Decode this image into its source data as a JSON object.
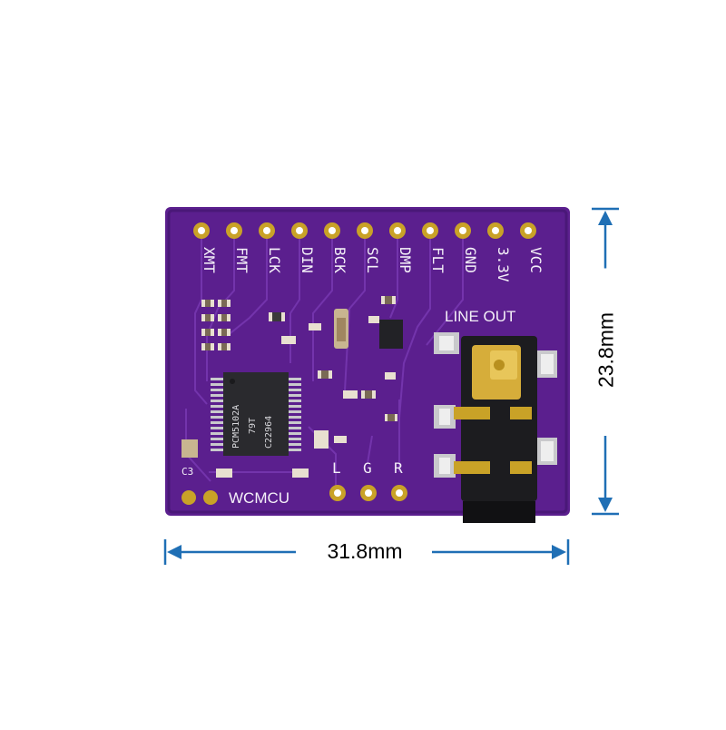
{
  "colors": {
    "pcb": "#5b1f8e",
    "pcb_dark": "#3e1266",
    "trace": "#6e2ea6",
    "silkscreen": "#f4f0f8",
    "gold": "#c9a227",
    "dimension": "#1f6fb5",
    "chip": "#2a2a2e",
    "jack": "#1c1c1f"
  },
  "pin_labels": [
    "XMT",
    "FMT",
    "LCK",
    "DIN",
    "BCK",
    "SCL",
    "DMP",
    "FLT",
    "GND",
    "3.3V",
    "VCC"
  ],
  "output_labels": [
    "L",
    "G",
    "R"
  ],
  "board_text": {
    "line_out": "LINE OUT",
    "brand": "WCMCU",
    "c3": "C3"
  },
  "chip_marking": {
    "line1": "PCM5102A",
    "line2": "79T",
    "line3": "C22964"
  },
  "dimensions": {
    "width": "31.8mm",
    "height": "23.8mm"
  },
  "icons": {
    "arrow": "arrowhead-icon"
  }
}
